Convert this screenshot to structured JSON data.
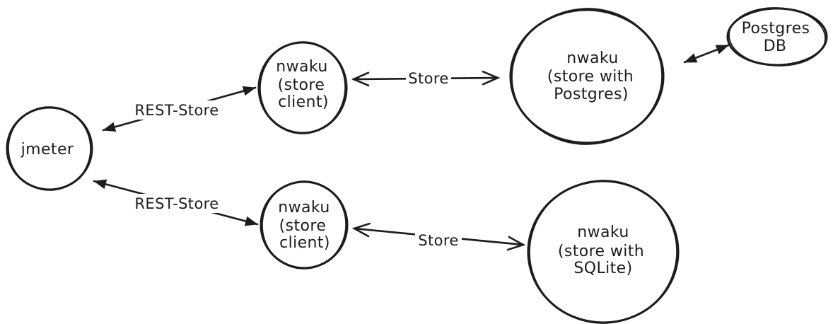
{
  "diagram": {
    "background_color": "#ffffff",
    "ink_color": "#1d1d1d",
    "style": "hand-drawn sketch",
    "nodes": [
      {
        "id": "jmeter",
        "shape": "ellipse",
        "label_lines": [
          "jmeter"
        ]
      },
      {
        "id": "nwaku-store-client-top",
        "shape": "ellipse",
        "label_lines": [
          "nwaku",
          "(store",
          "client)"
        ]
      },
      {
        "id": "nwaku-store-postgres",
        "shape": "ellipse",
        "label_lines": [
          "nwaku",
          "(store with",
          "Postgres)"
        ]
      },
      {
        "id": "postgres-db",
        "shape": "ellipse",
        "label_lines": [
          "Postgres",
          "DB"
        ]
      },
      {
        "id": "nwaku-store-client-bottom",
        "shape": "ellipse",
        "label_lines": [
          "nwaku",
          "(store",
          "client)"
        ]
      },
      {
        "id": "nwaku-store-sqlite",
        "shape": "ellipse",
        "label_lines": [
          "nwaku",
          "(store with",
          "SQLite)"
        ]
      }
    ],
    "edges": [
      {
        "id": "rest-store-top",
        "label": "REST-Store",
        "from": "jmeter",
        "to": "nwaku-store-client-top",
        "direction": "bidirectional",
        "arrowhead_style": "filled"
      },
      {
        "id": "store-top",
        "label": "Store",
        "from": "nwaku-store-client-top",
        "to": "nwaku-store-postgres",
        "direction": "bidirectional",
        "arrowhead_style": "open"
      },
      {
        "id": "postgres-db-link",
        "label": "",
        "from": "nwaku-store-postgres",
        "to": "postgres-db",
        "direction": "bidirectional",
        "arrowhead_style": "filled"
      },
      {
        "id": "rest-store-bottom",
        "label": "REST-Store",
        "from": "jmeter",
        "to": "nwaku-store-client-bottom",
        "direction": "bidirectional",
        "arrowhead_style": "filled"
      },
      {
        "id": "store-bottom",
        "label": "Store",
        "from": "nwaku-store-client-bottom",
        "to": "nwaku-store-sqlite",
        "direction": "bidirectional",
        "arrowhead_style": "open"
      }
    ]
  }
}
